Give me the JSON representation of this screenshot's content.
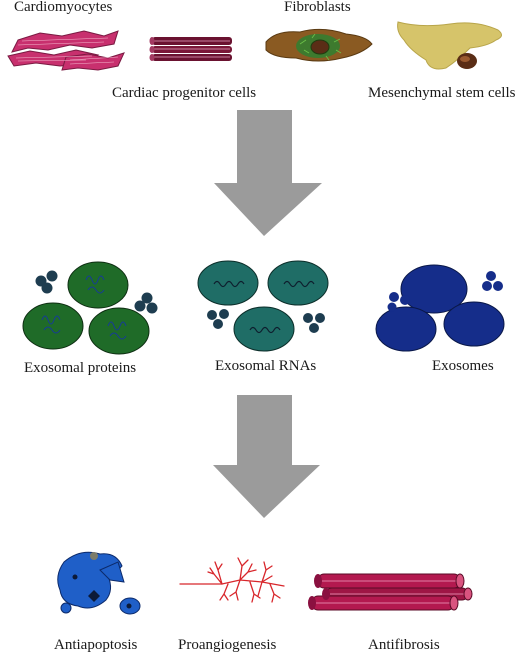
{
  "colors": {
    "arrow": "#9b9b9b",
    "cardiomyocyte": "#c8306e",
    "muscle_fiber": "#6a1230",
    "fibroblast_body": "#8a5a22",
    "fibroblast_core": "#3d7a2e",
    "msc_body": "#d6c46a",
    "nucleus": "#5a2d16",
    "protein_vesicle": "#1f6b28",
    "rna_vesicle": "#1f6d66",
    "exosome": "#152d8a",
    "small_vesicle": "#1e3d50",
    "blood_vessel": "#d8262b",
    "apoptosis_cell": "#1f5fc8",
    "tissue": "#b3194f"
  },
  "top_row": {
    "cardiomyocytes": "Cardiomyocytes",
    "fibroblasts": "Fibroblasts",
    "cardiac_progenitor": "Cardiac progenitor cells",
    "mesenchymal": "Mesenchymal stem cells"
  },
  "middle_row": {
    "proteins": "Exosomal proteins",
    "rnas": "Exosomal RNAs",
    "exosomes": "Exosomes"
  },
  "bottom_row": {
    "antiapoptosis": "Antiapoptosis",
    "proangiogenesis": "Proangiogenesis",
    "antifibrosis": "Antifibrosis"
  }
}
